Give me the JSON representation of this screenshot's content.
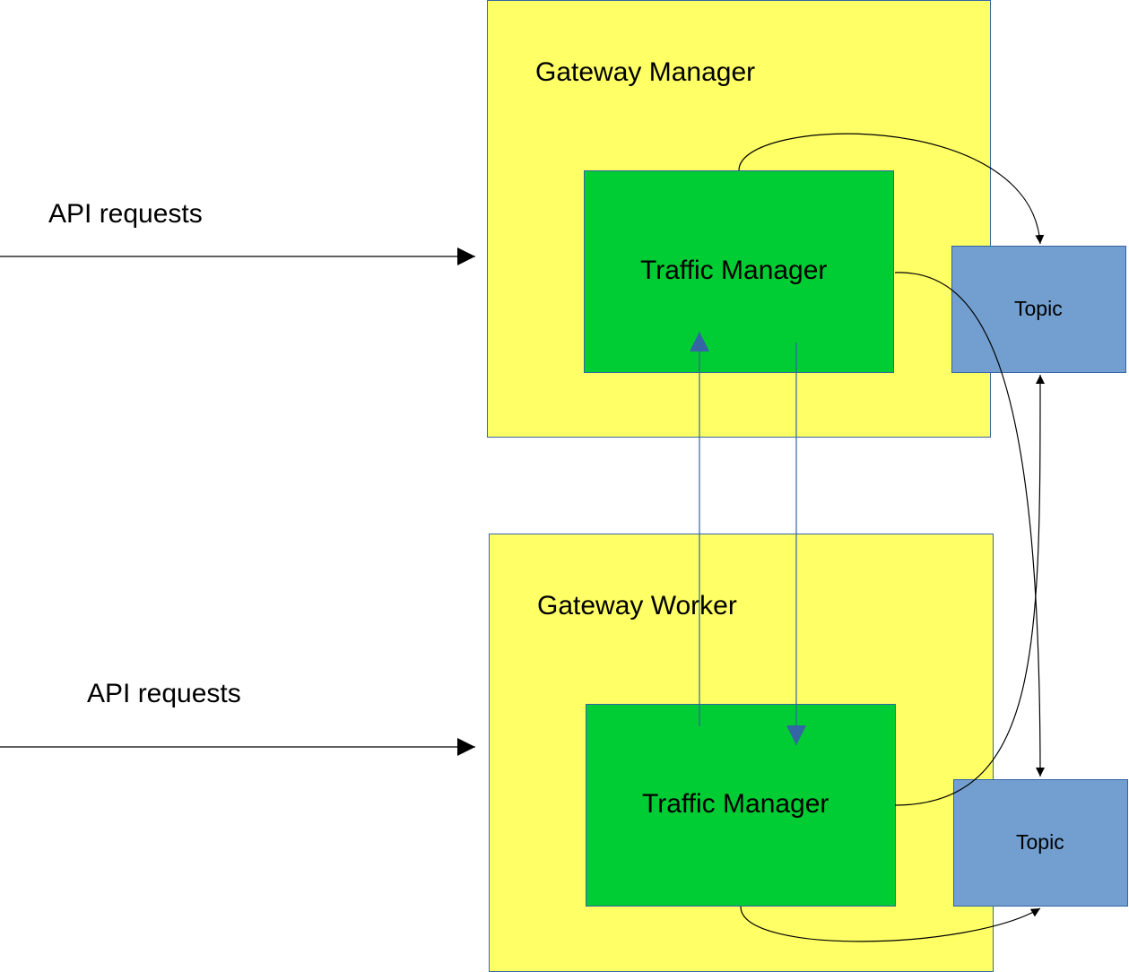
{
  "gateway_manager": {
    "title": "Gateway Manager",
    "traffic_manager": "Traffic Manager",
    "topic": "Topic",
    "api_label": "API requests"
  },
  "gateway_worker": {
    "title": "Gateway Worker",
    "traffic_manager": "Traffic Manager",
    "topic": "Topic",
    "api_label": "API requests"
  },
  "colors": {
    "gateway_fill": "#ffff66",
    "traffic_fill": "#00cc33",
    "topic_fill": "#729fcf",
    "border": "#3465a4",
    "blue_link": "#3465a4",
    "black_link": "#000000"
  }
}
